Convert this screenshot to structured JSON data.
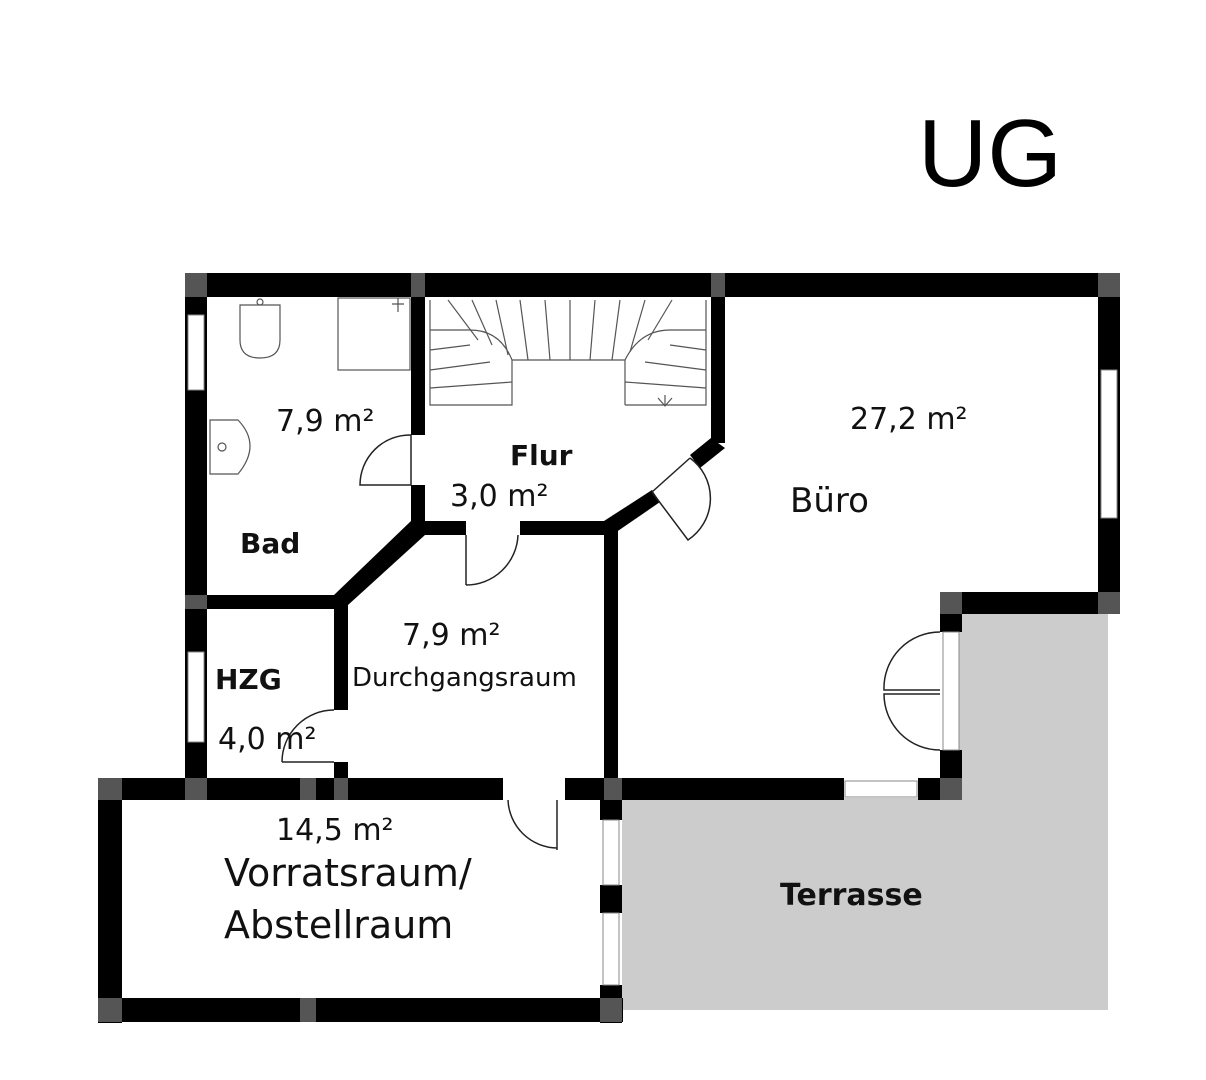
{
  "floor": {
    "label": "UG"
  },
  "rooms": {
    "bad": {
      "name": "Bad",
      "area": "7,9 m²"
    },
    "flur": {
      "name": "Flur",
      "area": "3,0 m²"
    },
    "buero": {
      "name": "Büro",
      "area": "27,2 m²"
    },
    "durchgang": {
      "name": "Durchgangsraum",
      "area": "7,9 m²"
    },
    "hzg": {
      "name": "HZG",
      "area": "4,0 m²"
    },
    "vorrat": {
      "name_line1": "Vorratsraum/",
      "name_line2": "Abstellraum",
      "area": "14,5 m²"
    },
    "terrasse": {
      "name": "Terrasse"
    }
  },
  "colors": {
    "wall": "#000000",
    "joint": "#555555",
    "terrace": "#cccccc",
    "background": "#ffffff"
  }
}
